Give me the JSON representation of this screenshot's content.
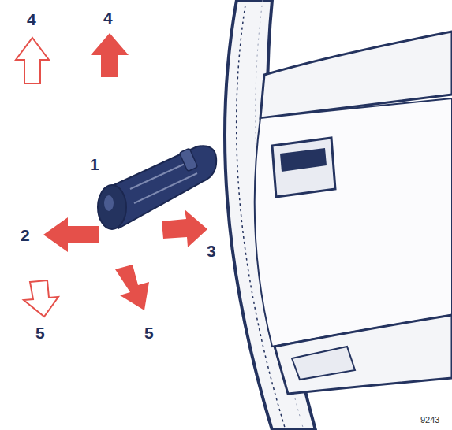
{
  "diagram": {
    "labels": [
      "4",
      "4",
      "1",
      "2",
      "3",
      "5",
      "5",
      "9243"
    ]
  }
}
